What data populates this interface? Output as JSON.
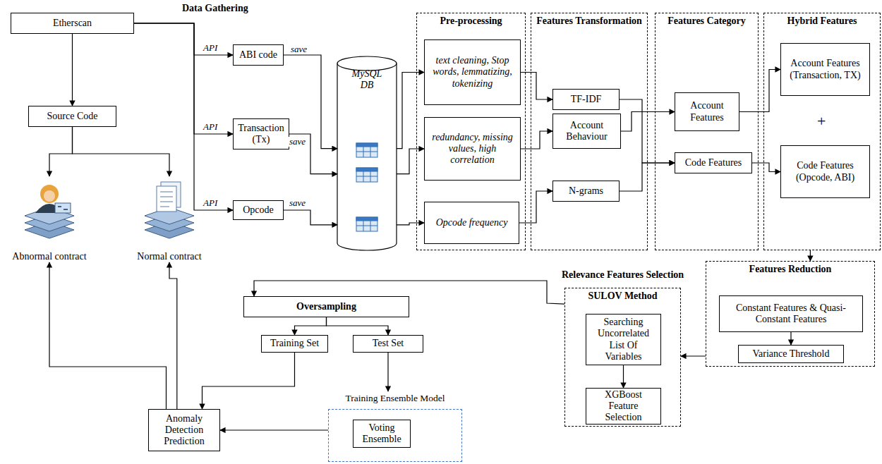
{
  "diagram": {
    "nodes": [
      {
        "text": [
          "Etherscan"
        ]
      },
      {
        "text": [
          "Source Code"
        ]
      },
      {
        "text": [
          "Abnormal contract"
        ]
      },
      {
        "text": [
          "Normal contract"
        ]
      },
      {
        "text": [
          "ABI code"
        ]
      },
      {
        "text": [
          "Transaction (Tx)"
        ]
      },
      {
        "text": [
          "Opcode"
        ]
      },
      {
        "text": [
          "MySQL DB"
        ]
      },
      {
        "text": [
          "Pre-processing"
        ]
      },
      {
        "text": [
          "text cleaning, Stop words, lemmatizing, tokenizing"
        ],
        "in": 8
      },
      {
        "text": [
          "redundancy, missing values, high correlation"
        ],
        "in": 8
      },
      {
        "text": [
          "Opcode frequency"
        ],
        "in": 8
      },
      {
        "text": [
          "Features Transformation"
        ]
      },
      {
        "text": [
          "TF-IDF"
        ],
        "in": 12
      },
      {
        "text": [
          "Account Behaviour"
        ],
        "in": 12
      },
      {
        "text": [
          "N-grams"
        ],
        "in": 12
      },
      {
        "text": [
          "Features Category"
        ]
      },
      {
        "text": [
          "Account Features"
        ],
        "in": 16
      },
      {
        "text": [
          "Code Features"
        ],
        "in": 16
      },
      {
        "text": [
          "Hybrid Features"
        ]
      },
      {
        "text": [
          "Account Features (Transaction, TX)"
        ],
        "in": 19
      },
      {
        "text": [
          "Code Features (Opcode, ABI)"
        ],
        "in": 19
      },
      {
        "text": [
          "Features Reduction"
        ]
      },
      {
        "text": [
          "Constant Features & Quasi-Constant Features"
        ],
        "in": 22
      },
      {
        "text": [
          "Variance Threshold"
        ],
        "in": 22
      },
      {
        "text": [
          "Relevance Features Selection",
          "SULOV Method"
        ]
      },
      {
        "text": [
          "Searching Uncorrelated List Of Variables"
        ],
        "in": 25
      },
      {
        "text": [
          "XGBoost Feature Selection"
        ],
        "in": 25
      },
      {
        "text": [
          "Oversampling"
        ]
      },
      {
        "text": [
          "Training Set"
        ]
      },
      {
        "text": [
          "Test Set"
        ]
      },
      {
        "text": [
          "Training Ensemble Model"
        ]
      },
      {
        "text": [
          "Voting Ensemble"
        ],
        "in": 31
      },
      {
        "text": [
          "Anomaly Detection Prediction"
        ]
      }
    ],
    "edges": [
      {
        "from": 0,
        "to": 1,
        "arrow": "to"
      },
      {
        "from": 1,
        "to": 2,
        "arrow": "to"
      },
      {
        "from": 1,
        "to": 3,
        "arrow": "to"
      },
      {
        "from": 0,
        "to": 4,
        "label": "API",
        "arrow": "to"
      },
      {
        "from": 0,
        "to": 5,
        "label": "API",
        "arrow": "to"
      },
      {
        "from": 0,
        "to": 6,
        "label": "API",
        "arrow": "to"
      },
      {
        "from": 4,
        "to": 7,
        "label": "save",
        "arrow": "to"
      },
      {
        "from": 5,
        "to": 7,
        "label": "save",
        "arrow": "to"
      },
      {
        "from": 6,
        "to": 7,
        "label": "save",
        "arrow": "to"
      },
      {
        "from": 7,
        "to": 9,
        "arrow": "to"
      },
      {
        "from": 7,
        "to": 10,
        "arrow": "to"
      },
      {
        "from": 7,
        "to": 11,
        "arrow": "to"
      },
      {
        "from": 9,
        "to": 13,
        "arrow": "to"
      },
      {
        "from": 10,
        "to": 14,
        "arrow": "to"
      },
      {
        "from": 11,
        "to": 15,
        "arrow": "to"
      },
      {
        "from": 14,
        "to": 17,
        "arrow": "to"
      },
      {
        "from": 13,
        "to": 18,
        "arrow": "to"
      },
      {
        "from": 15,
        "to": 18,
        "arrow": "to"
      },
      {
        "from": 17,
        "to": 20,
        "arrow": "to"
      },
      {
        "from": 18,
        "to": 21,
        "arrow": "to"
      },
      {
        "from": 19,
        "to": 22,
        "arrow": "to"
      },
      {
        "from": 23,
        "to": 24,
        "arrow": "to"
      },
      {
        "from": 22,
        "to": 25,
        "arrow": "to"
      },
      {
        "from": 26,
        "to": 27,
        "arrow": "to"
      },
      {
        "from": 25,
        "to": 28,
        "arrow": "to"
      },
      {
        "from": 28,
        "to": 29,
        "arrow": "to"
      },
      {
        "from": 28,
        "to": 30,
        "arrow": "to"
      },
      {
        "from": 29,
        "to": 33,
        "arrow": "to"
      },
      {
        "from": 30,
        "to": 31,
        "arrow": "to"
      },
      {
        "from": 31,
        "to": 33,
        "arrow": "to"
      },
      {
        "from": 33,
        "to": 2,
        "arrow": "to"
      },
      {
        "from": 33,
        "to": 3,
        "arrow": "to"
      }
    ],
    "labels": [
      "Data Gathering",
      "+"
    ]
  }
}
